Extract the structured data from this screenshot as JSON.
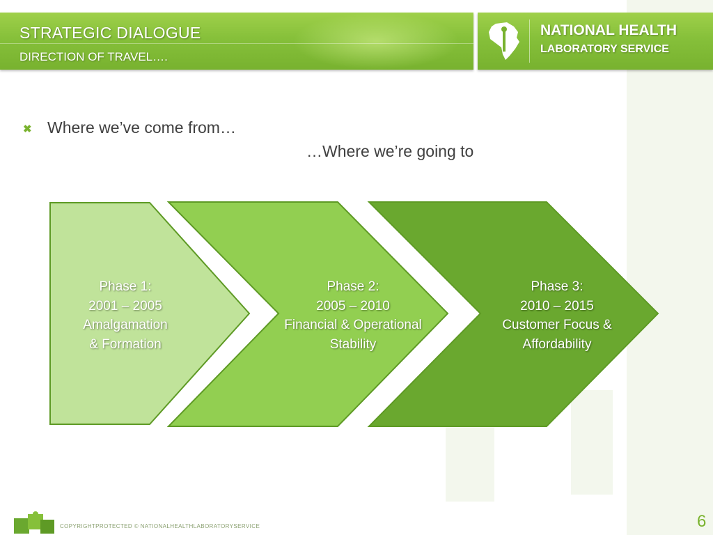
{
  "colors": {
    "accent": "#7ab32f",
    "header_green": "#86c03a",
    "phase1_fill": "#c0e39a",
    "phase2_fill": "#92cf51",
    "phase3_fill": "#6aa82f",
    "chevron_stroke": "#5e9a25",
    "body_text": "#404040"
  },
  "header": {
    "title": "STRATEGIC DIALOGUE",
    "subtitle": "DIRECTION OF TRAVEL….",
    "org_line1": "NATIONAL HEALTH",
    "org_line2": "LABORATORY SERVICE",
    "logo_icon": "africa-map-logo-icon"
  },
  "content": {
    "bullet_icon": "✖",
    "bullet": "Where we’ve come from…",
    "subline": "…Where we’re going to"
  },
  "phases": [
    {
      "lines": [
        "Phase 1:",
        "2001 – 2005",
        "Amalgamation",
        "& Formation"
      ]
    },
    {
      "lines": [
        "Phase 2:",
        "2005 – 2010",
        "Financial & Operational",
        "Stability"
      ]
    },
    {
      "lines": [
        "Phase 3:",
        "2010 – 2015",
        "Customer Focus &",
        "Affordability"
      ]
    }
  ],
  "footer": {
    "copyright": "COPYRIGHTPROTECTED © NATIONALHEALTHLABORATORYSERVICE",
    "page_number": "6"
  }
}
